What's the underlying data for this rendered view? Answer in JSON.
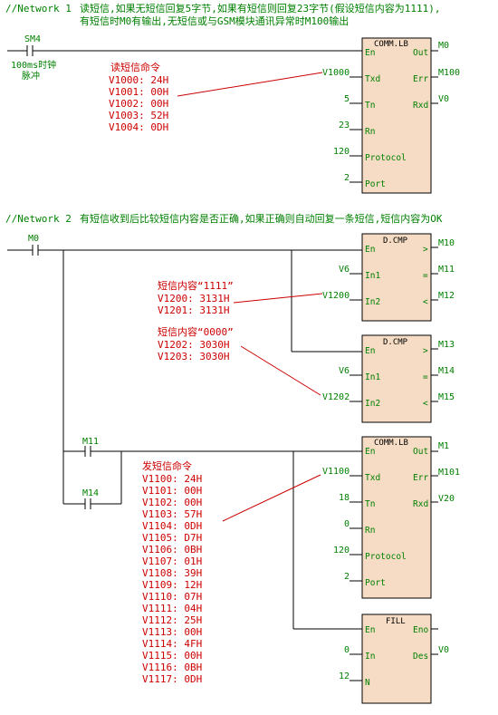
{
  "network1": {
    "title": "//Network 1",
    "comment_line1": "读短信,如果无短信回复5字节,如果有短信则回复23字节(假设短信内容为1111),",
    "comment_line2": "有短信时M0有输出,无短信或与GSM模块通讯异常时M100输出",
    "contact": "SM4",
    "contact_note_line1": "100ms时钟",
    "contact_note_line2": "脉冲",
    "block": {
      "title": "COMM.LB",
      "en": "En",
      "out": "Out",
      "txd": "Txd",
      "err": "Err",
      "tn": "Tn",
      "rxd": "Rxd",
      "rn": "Rn",
      "protocol": "Protocol",
      "port": "Port",
      "txd_value": "V1000",
      "tn_value": "5",
      "rn_value": "23",
      "protocol_value": "120",
      "port_value": "2",
      "out_value": "M0",
      "err_value": "M100",
      "rxd_value": "V0"
    },
    "note": {
      "title": "读短信命令",
      "lines": [
        "V1000: 24H",
        "V1001: 00H",
        "V1002: 00H",
        "V1003: 52H",
        "V1004: 0DH"
      ]
    }
  },
  "network2": {
    "title": "//Network 2",
    "comment": "有短信收到后比较短信内容是否正确,如果正确则自动回复一条短信,短信内容为OK",
    "contact_m0": "M0",
    "contact_m11": "M11",
    "contact_m14": "M14",
    "dcmp1": {
      "title": "D.CMP",
      "en": "En",
      "in1": "In1",
      "in2": "In2",
      "gt": ">",
      "eq": "=",
      "lt": "<",
      "in1_value": "V6",
      "in2_value": "V1200",
      "gt_value": "M10",
      "eq_value": "M11",
      "lt_value": "M12"
    },
    "dcmp2": {
      "title": "D.CMP",
      "en": "En",
      "in1": "In1",
      "in2": "In2",
      "gt": ">",
      "eq": "=",
      "lt": "<",
      "in1_value": "V6",
      "in2_value": "V1202",
      "gt_value": "M13",
      "eq_value": "M14",
      "lt_value": "M15"
    },
    "note1111": {
      "title": "短信内容“1111”",
      "lines": [
        "V1200: 3131H",
        "V1201: 3131H"
      ]
    },
    "note0000": {
      "title": "短信内容“0000”",
      "lines": [
        "V1202: 3030H",
        "V1203: 3030H"
      ]
    },
    "comm2": {
      "title": "COMM.LB",
      "en": "En",
      "out": "Out",
      "txd": "Txd",
      "err": "Err",
      "tn": "Tn",
      "rxd": "Rxd",
      "rn": "Rn",
      "protocol": "Protocol",
      "port": "Port",
      "txd_value": "V1100",
      "tn_value": "18",
      "rn_value": "0",
      "protocol_value": "120",
      "port_value": "2",
      "out_value": "M1",
      "err_value": "M101",
      "rxd_value": "V20"
    },
    "send_note": {
      "title": "发短信命令",
      "lines": [
        "V1100: 24H",
        "V1101: 00H",
        "V1102: 00H",
        "V1103: 57H",
        "V1104: 0DH",
        "V1105: D7H",
        "V1106: 0BH",
        "V1107: 01H",
        "V1108: 39H",
        "V1109: 12H",
        "V1110: 07H",
        "V1111: 04H",
        "V1112: 25H",
        "V1113: 00H",
        "V1114: 4FH",
        "V1115: 00H",
        "V1116: 0BH",
        "V1117: 0DH"
      ]
    },
    "fill": {
      "title": "FILL",
      "en": "En",
      "eno": "Eno",
      "in": "In",
      "des": "Des",
      "n": "N",
      "in_value": "0",
      "n_value": "12",
      "des_value": "V0"
    }
  }
}
